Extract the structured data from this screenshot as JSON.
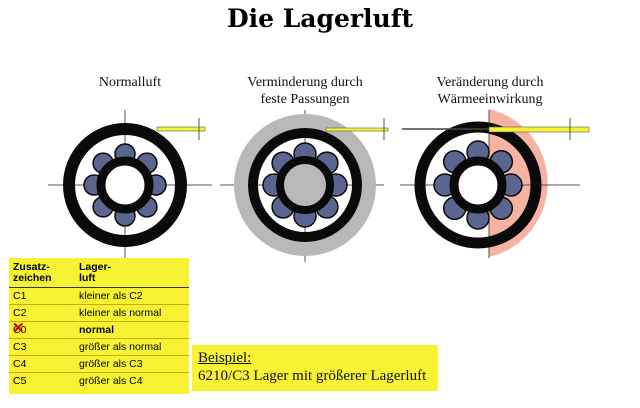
{
  "title": "Die Lagerluft",
  "captions": [
    {
      "line1": "Normalluft",
      "line2": ""
    },
    {
      "line1": "Verminderung durch",
      "line2": "feste Passungen"
    },
    {
      "line1": "Veränderung durch",
      "line2": "Wärmeeinwirkung"
    }
  ],
  "legend": {
    "header_code_line1": "Zusatz-",
    "header_code_line2": "zeichen",
    "header_desc_line1": "Lager-",
    "header_desc_line2": "luft",
    "rows": [
      {
        "code": "C1",
        "desc": "kleiner als C2"
      },
      {
        "code": "C2",
        "desc": "kleiner als normal"
      },
      {
        "code": "C0",
        "desc": "normal"
      },
      {
        "code": "C3",
        "desc": "größer als normal"
      },
      {
        "code": "C4",
        "desc": "größer als C3"
      },
      {
        "code": "C5",
        "desc": "größer als C4"
      }
    ]
  },
  "example": {
    "heading": "Beispiel:",
    "text": "6210/C3 Lager mit größerer Lagerluft"
  },
  "colors": {
    "ring": "#0a0a0a",
    "ball": "#5b6690",
    "shaft": "#ffffff",
    "fixed_fit": "#b8b8b8",
    "heat": "#f6b2a2",
    "clearance_mark": "#f7f232",
    "box": "#f7f232",
    "cross": "#d40000"
  }
}
